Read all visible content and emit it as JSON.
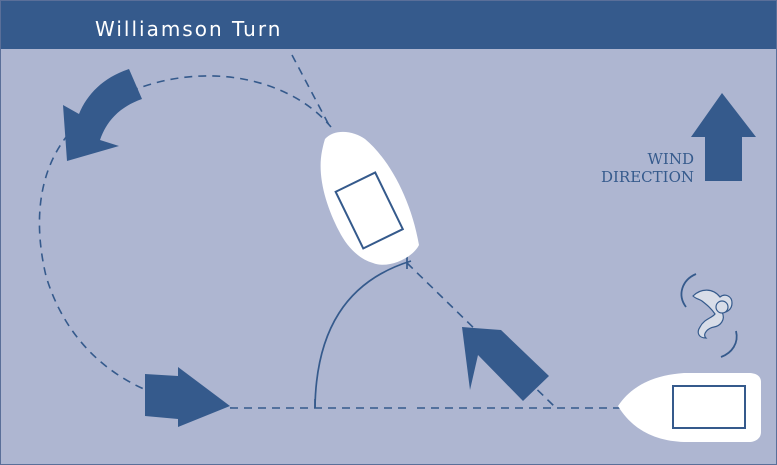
{
  "title": "Williamson Turn",
  "wind_label_line1": "WIND",
  "wind_label_line2": "DIRECTION",
  "colors": {
    "header": "#355a8c",
    "background": "#aeb6d1",
    "arrow": "#355a8c",
    "line": "#355a8c",
    "boat": "#ffffff",
    "person": "#d8dde8"
  },
  "icons": {
    "wind": "up-arrow-icon",
    "turn_arrows": "curved-arrow-icon",
    "boats": "boat-icon",
    "person": "person-in-water-icon"
  }
}
